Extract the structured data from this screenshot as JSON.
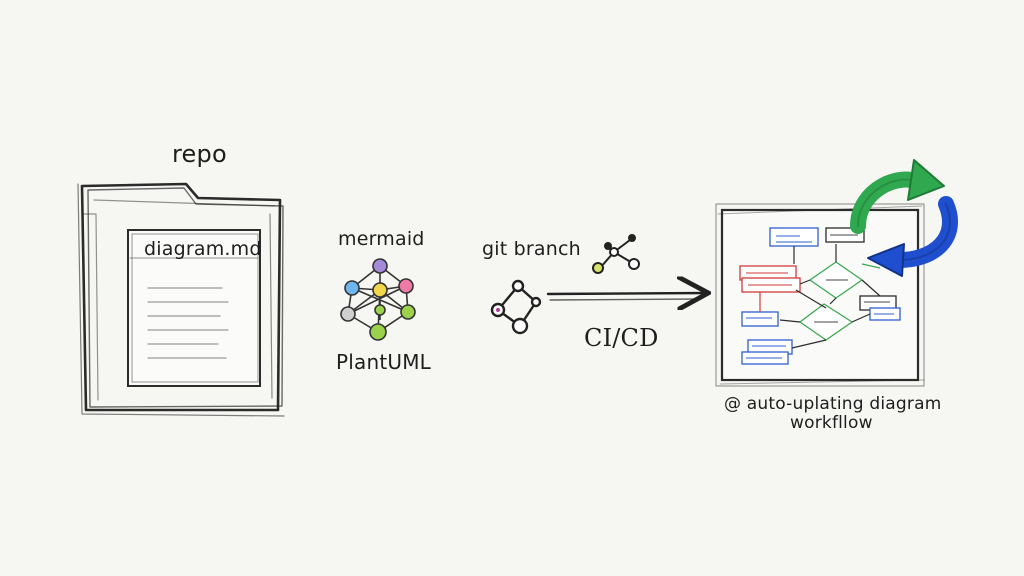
{
  "repo": {
    "title": "repo",
    "file_name": "diagram.md"
  },
  "tools": {
    "top_label": "mermaid",
    "bottom_label": "PlantUML"
  },
  "git": {
    "label": "git branch"
  },
  "pipeline": {
    "label": "CI/CD"
  },
  "output": {
    "caption_line1": "@ auto-uplating diagram",
    "caption_line2": "workfllow"
  },
  "colors": {
    "ink": "#222222",
    "refresh_green": "#2fa84f",
    "refresh_blue": "#1f4fcf",
    "node_green": "#9bd14b",
    "node_pink": "#f07aa6",
    "node_blue": "#6fb6f0",
    "node_purple": "#a58ad8",
    "node_yellow": "#f1d64a"
  }
}
